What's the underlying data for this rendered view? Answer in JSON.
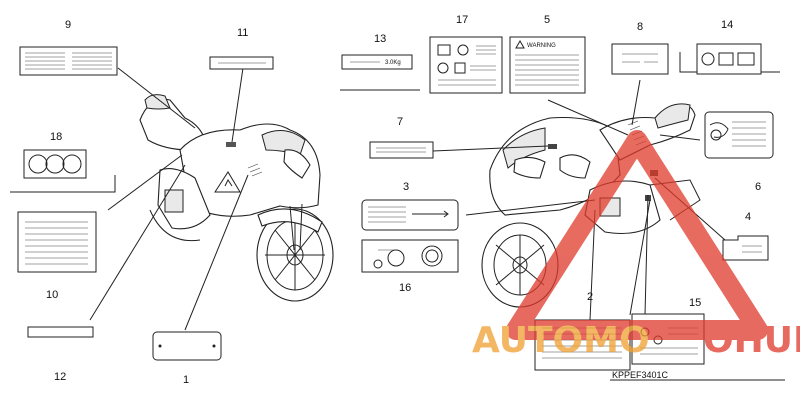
{
  "diagram": {
    "part_code": "KPPEF3401C",
    "watermark": {
      "text_left": "AUTOMO",
      "text_right": "OHUB",
      "color": "#e0392b",
      "accent": "#f0a030"
    },
    "callouts": [
      {
        "id": "1",
        "label": "1"
      },
      {
        "id": "2",
        "label": "2"
      },
      {
        "id": "3",
        "label": "3"
      },
      {
        "id": "4",
        "label": "4"
      },
      {
        "id": "5",
        "label": "5"
      },
      {
        "id": "6",
        "label": "6"
      },
      {
        "id": "7",
        "label": "7"
      },
      {
        "id": "8",
        "label": "8"
      },
      {
        "id": "9",
        "label": "9"
      },
      {
        "id": "10",
        "label": "10"
      },
      {
        "id": "11",
        "label": "11"
      },
      {
        "id": "12",
        "label": "12"
      },
      {
        "id": "13",
        "label": "13"
      },
      {
        "id": "14",
        "label": "14"
      },
      {
        "id": "15",
        "label": "15"
      },
      {
        "id": "16",
        "label": "16"
      },
      {
        "id": "17",
        "label": "17"
      },
      {
        "id": "18",
        "label": "18"
      }
    ],
    "label_texts": {
      "warning": "WARNING",
      "weight": "3.0Kg"
    }
  }
}
